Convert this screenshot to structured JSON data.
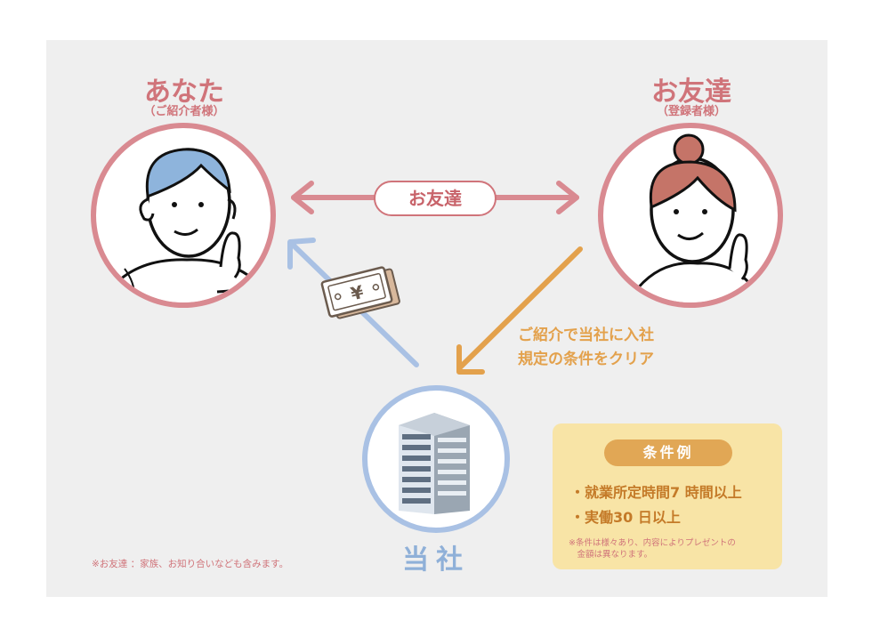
{
  "you": {
    "title": "あなた",
    "subtitle": "（ご紹介者様）"
  },
  "friend": {
    "title": "お友達",
    "subtitle": "（登録者様）"
  },
  "relation_label": "お友達",
  "money_symbol": "¥",
  "condition_text": "ご紹介で当社に入社\n規定の条件をクリア",
  "company_label": "当社",
  "conditions_box": {
    "title": "条件例",
    "items": [
      "・就業所定時間7 時間以上",
      "・実働30 日以上"
    ],
    "note": "※条件は様々あり、内容によりプレゼントの\n　金額は異なります。"
  },
  "footnote": "※お友達 ：家族、お知り合いなども含みます。",
  "colors": {
    "pink": "#d0747a",
    "orange": "#e3a14c",
    "blue": "#a9c1e4",
    "box_bg": "#f8e4a6",
    "badge": "#e1a755"
  }
}
